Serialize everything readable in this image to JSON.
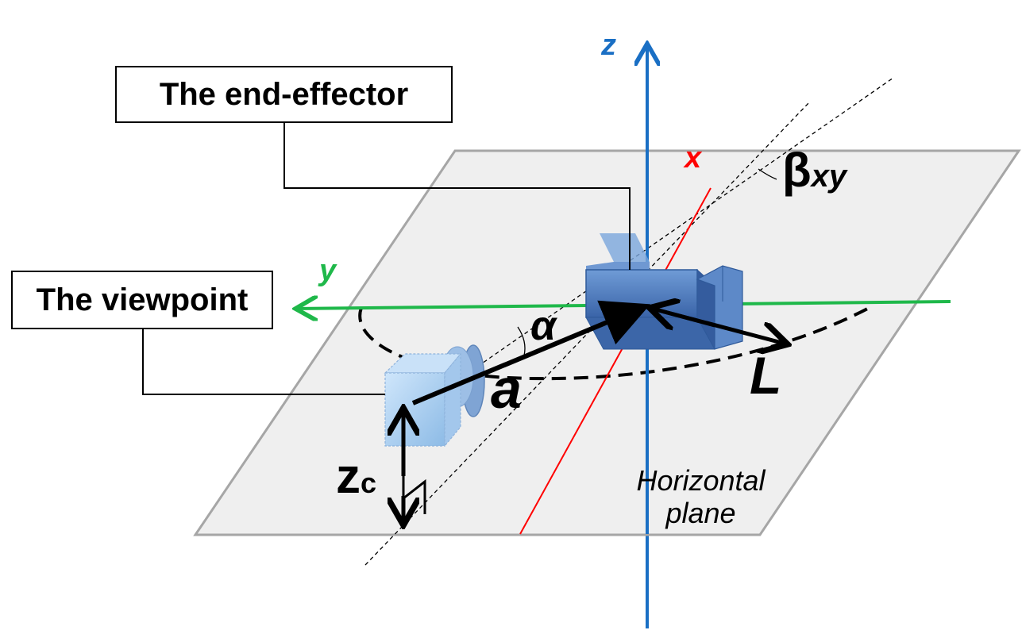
{
  "labels": {
    "end_effector": "The end-effector",
    "viewpoint": "The viewpoint",
    "plane_line1": "Horizontal",
    "plane_line2": "plane"
  },
  "axes": {
    "x": "x",
    "y": "y",
    "z": "z"
  },
  "symbols": {
    "beta": "β",
    "beta_sub": "xy",
    "alpha": "α",
    "a": "a",
    "L": "L",
    "z": "z",
    "z_sub": "c"
  },
  "colors": {
    "x_axis": "#ff0000",
    "y_axis": "#1fb84a",
    "z_axis": "#1a6fc4",
    "plane_fill": "#efefef",
    "plane_stroke": "#a6a6a6",
    "effector_fill": "#4f7fc1",
    "camera_fill": "#a9cdef"
  }
}
